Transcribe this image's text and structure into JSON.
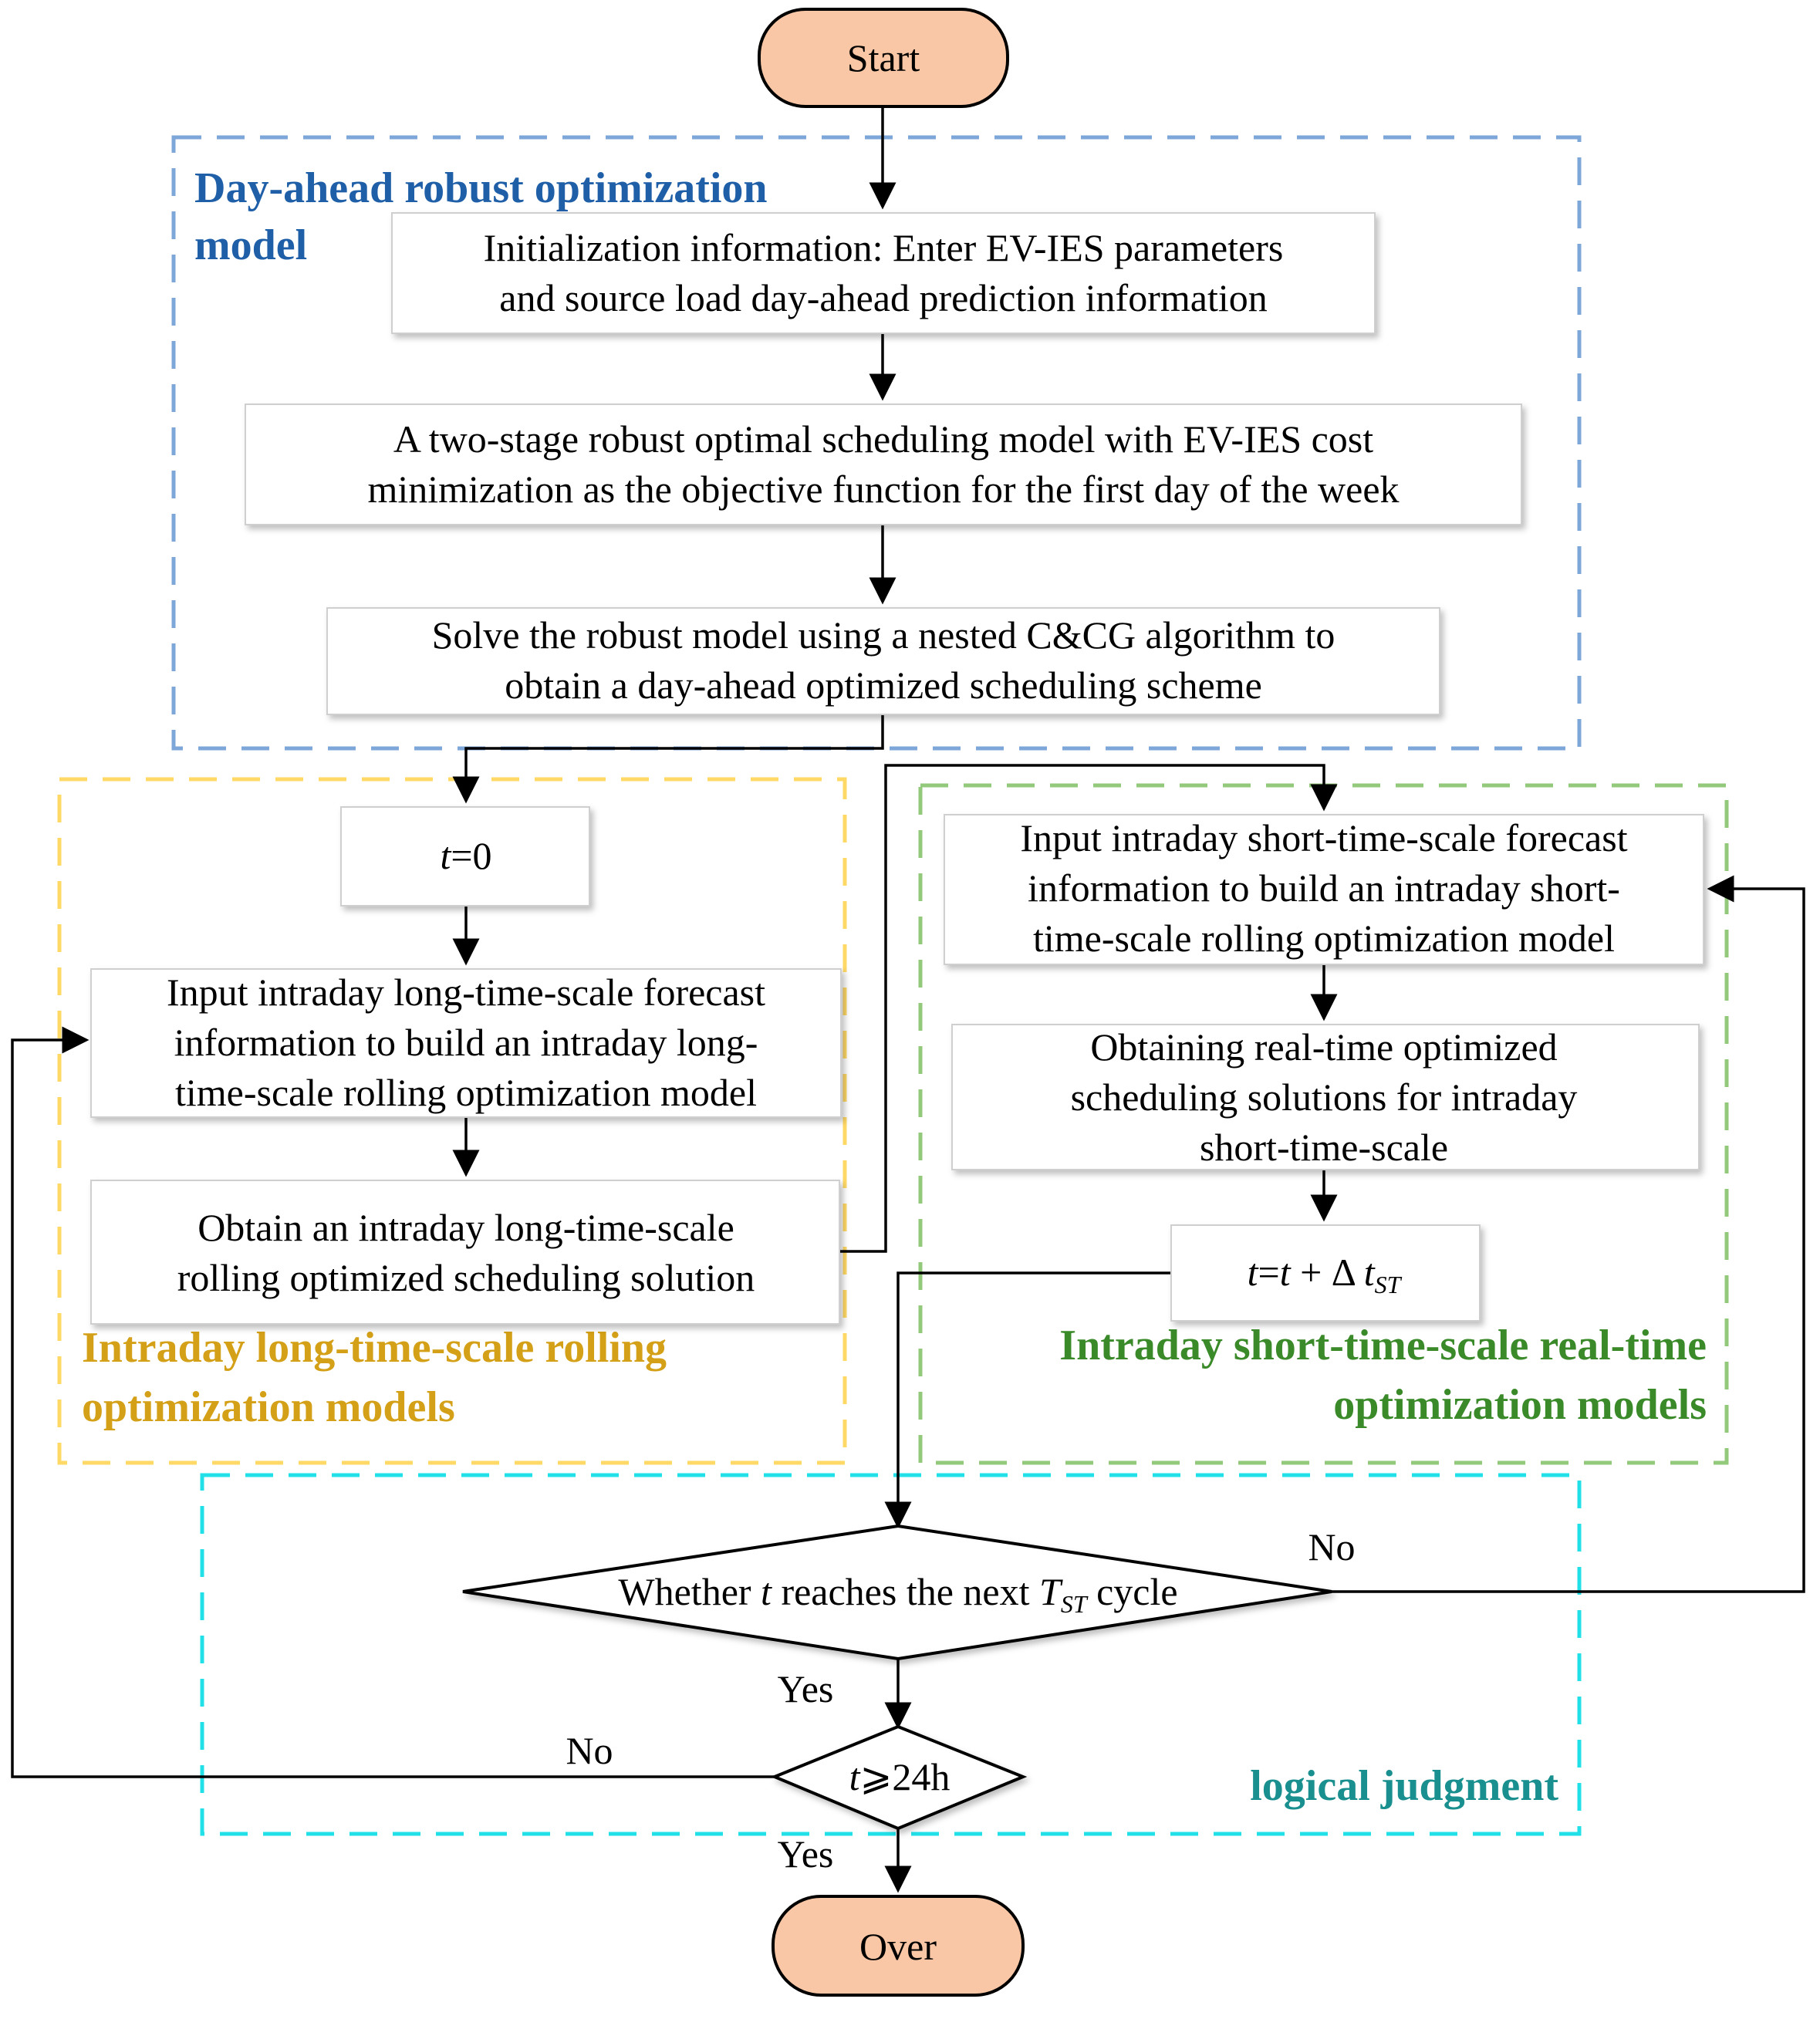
{
  "start_label": "Start",
  "end_label": "Over",
  "sections": {
    "day_ahead": {
      "line1": "Day-ahead robust optimization",
      "line2": "model",
      "color": "#1f5fa8"
    },
    "long_scale": {
      "line1": "Intraday long-time-scale rolling",
      "line2": "optimization models",
      "color": "#d4a017"
    },
    "short_scale": {
      "line1": "Intraday short-time-scale real-time",
      "line2": "optimization models",
      "color": "#3a8a2a"
    },
    "logic": {
      "line1": "logical judgment",
      "color": "#1a8f8f"
    }
  },
  "steps": {
    "init": {
      "line1": "Initialization information: Enter EV-IES parameters",
      "line2": "and source load day-ahead prediction information"
    },
    "model": {
      "line1": "A two-stage robust optimal scheduling model with EV-IES cost",
      "line2": "minimization as the objective function for the first day of the week"
    },
    "solve": {
      "line1": "Solve the robust model using a nested C&CG algorithm to",
      "line2": "obtain a day-ahead optimized scheduling scheme"
    },
    "t0": {
      "t": "t",
      "rest": "=0"
    },
    "long_input": {
      "line1": "Input intraday long-time-scale forecast",
      "line2": "information to build an intraday long-",
      "line3": "time-scale rolling optimization model"
    },
    "long_obtain": {
      "line1": "Obtain an intraday long-time-scale",
      "line2": "rolling optimized scheduling solution"
    },
    "short_input": {
      "line1": "Input intraday short-time-scale forecast",
      "line2": "information to build an intraday short-",
      "line3": "time-scale rolling optimization model"
    },
    "short_obtain": {
      "line1": "Obtaining real-time optimized",
      "line2": "scheduling solutions for intraday",
      "line3": "short-time-scale"
    },
    "update": {
      "t1": "t",
      "eq": "=",
      "t2": "t",
      "plus": " + Δ ",
      "t3": "t",
      "sub": "ST"
    }
  },
  "decisions": {
    "cycle": {
      "pre": "Whether ",
      "t": "t",
      "mid": " reaches the next ",
      "T": "T",
      "sub": "ST",
      "post": " cycle"
    },
    "hours": {
      "t": "t",
      "rest": "⩾24h"
    }
  },
  "branches": {
    "no_cycle": "No",
    "yes_cycle": "Yes",
    "no_hours": "No",
    "yes_hours": "Yes"
  }
}
